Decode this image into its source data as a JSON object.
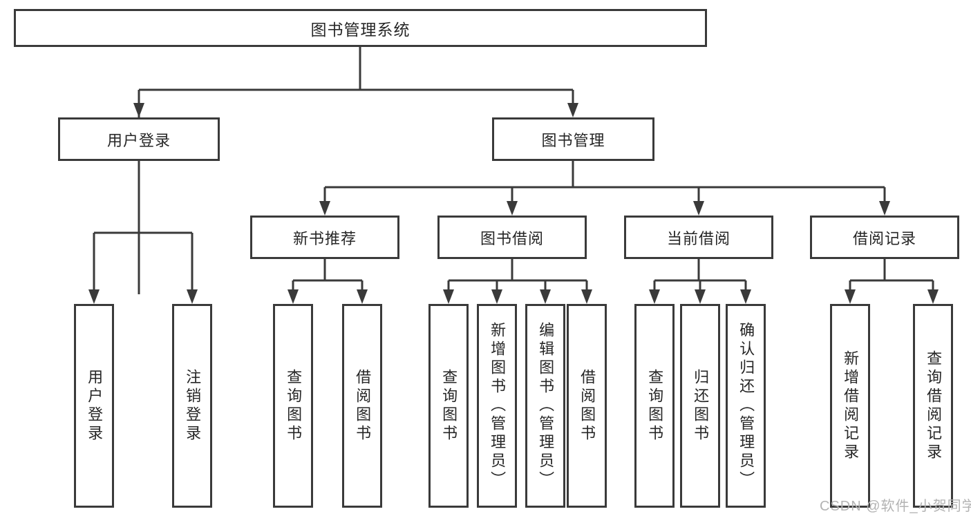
{
  "diagram": {
    "root": "图书管理系统",
    "login": {
      "label": "用户登录",
      "children": [
        "用户登录",
        "注销登录"
      ]
    },
    "management": {
      "label": "图书管理",
      "groups": [
        {
          "label": "新书推荐",
          "children": [
            "查询图书",
            "借阅图书"
          ]
        },
        {
          "label": "图书借阅",
          "children": [
            "查询图书",
            "新增图书（管理员）",
            "编辑图书（管理员）",
            "借阅图书"
          ]
        },
        {
          "label": "当前借阅",
          "children": [
            "查询图书",
            "归还图书",
            "确认归还（管理员）"
          ]
        },
        {
          "label": "借阅记录",
          "children": [
            "新增借阅记录",
            "查询借阅记录"
          ]
        }
      ]
    }
  },
  "watermark": "CSDN @软件_小贺同学",
  "colors": {
    "line": "#3a3a3a",
    "box_border": "#3a3a3a",
    "box_background": "#ffffff",
    "text": "#262626",
    "watermark": "#b3b3b3",
    "page_background": "#ffffff"
  }
}
